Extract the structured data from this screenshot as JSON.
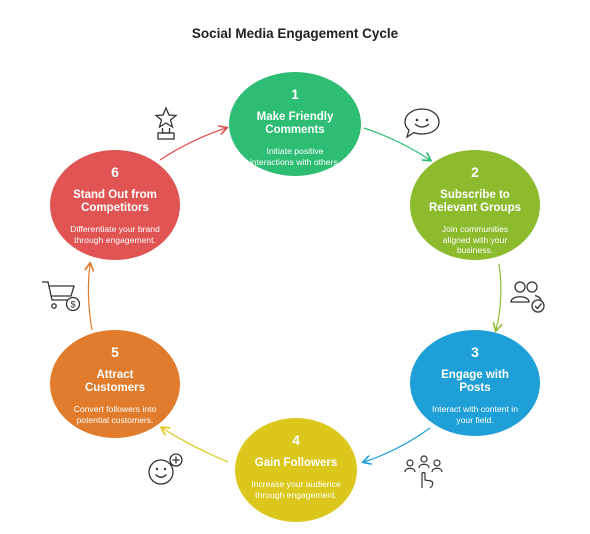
{
  "title": "Social Media Engagement Cycle",
  "colors": {
    "step1": "#2dbe73",
    "step2": "#8cbb2e",
    "step3": "#1e9fd8",
    "step4": "#dcc71c",
    "step5": "#e07c2c",
    "step6": "#e05454"
  },
  "steps": [
    {
      "number": "1",
      "heading": "Make Friendly\nComments",
      "description": "Initiate positive\ninteractions with others.",
      "icon": "smiley-speech-bubble-icon"
    },
    {
      "number": "2",
      "heading": "Subscribe to\nRelevant Groups",
      "description": "Join communities\naligned with your\nbusiness.",
      "icon": "group-check-icon"
    },
    {
      "number": "3",
      "heading": "Engage with\nPosts",
      "description": "Interact with content in\nyour field.",
      "icon": "hand-pointing-people-icon"
    },
    {
      "number": "4",
      "heading": "Gain Followers",
      "description": "Increase your audience\nthrough engagement.",
      "icon": "smiley-plus-icon"
    },
    {
      "number": "5",
      "heading": "Attract\nCustomers",
      "description": "Convert followers into\npotential customers.",
      "icon": "shopping-cart-dollar-icon"
    },
    {
      "number": "6",
      "heading": "Stand Out from\nCompetitors",
      "description": "Differentiate your brand\nthrough engagement.",
      "icon": "star-trophy-icon"
    }
  ]
}
